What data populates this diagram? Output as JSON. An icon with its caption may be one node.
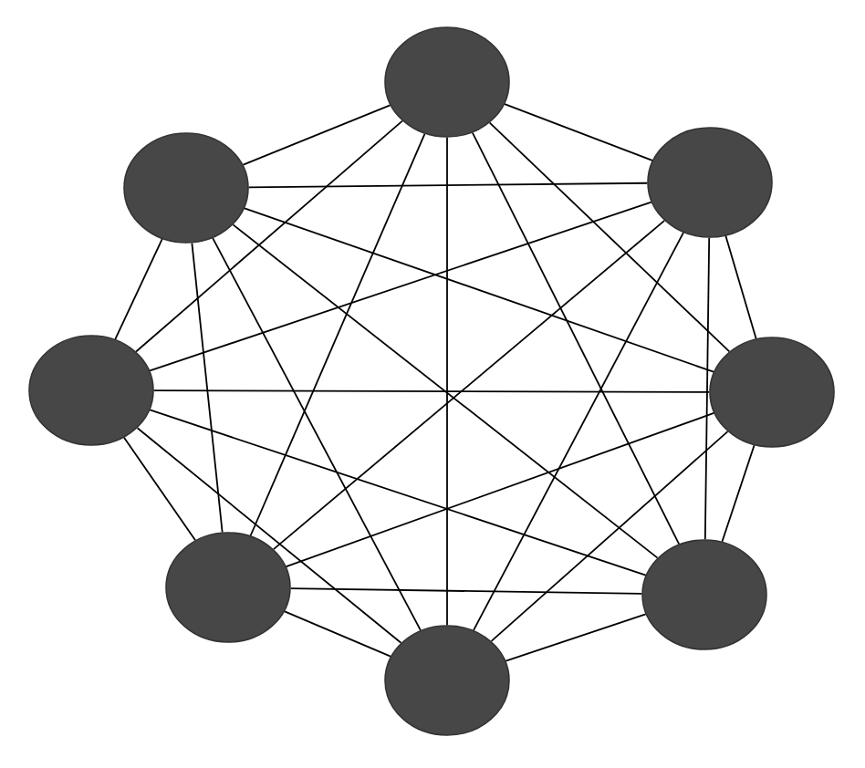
{
  "diagram": {
    "nodes": [
      {
        "text": [],
        "shape": "ellipse"
      },
      {
        "text": [],
        "shape": "ellipse"
      },
      {
        "text": [],
        "shape": "ellipse"
      },
      {
        "text": [],
        "shape": "ellipse"
      },
      {
        "text": [],
        "shape": "ellipse"
      },
      {
        "text": [],
        "shape": "ellipse"
      },
      {
        "text": [],
        "shape": "ellipse"
      },
      {
        "text": [],
        "shape": "ellipse"
      }
    ],
    "edges": [
      {
        "from": 0,
        "to": 1,
        "arrow": "none"
      },
      {
        "from": 0,
        "to": 2,
        "arrow": "none"
      },
      {
        "from": 0,
        "to": 3,
        "arrow": "none"
      },
      {
        "from": 0,
        "to": 4,
        "arrow": "none"
      },
      {
        "from": 0,
        "to": 5,
        "arrow": "none"
      },
      {
        "from": 0,
        "to": 6,
        "arrow": "none"
      },
      {
        "from": 0,
        "to": 7,
        "arrow": "none"
      },
      {
        "from": 1,
        "to": 2,
        "arrow": "none"
      },
      {
        "from": 1,
        "to": 3,
        "arrow": "none"
      },
      {
        "from": 1,
        "to": 4,
        "arrow": "none"
      },
      {
        "from": 1,
        "to": 5,
        "arrow": "none"
      },
      {
        "from": 1,
        "to": 6,
        "arrow": "none"
      },
      {
        "from": 1,
        "to": 7,
        "arrow": "none"
      },
      {
        "from": 2,
        "to": 3,
        "arrow": "none"
      },
      {
        "from": 2,
        "to": 4,
        "arrow": "none"
      },
      {
        "from": 2,
        "to": 5,
        "arrow": "none"
      },
      {
        "from": 2,
        "to": 6,
        "arrow": "none"
      },
      {
        "from": 2,
        "to": 7,
        "arrow": "none"
      },
      {
        "from": 3,
        "to": 4,
        "arrow": "none"
      },
      {
        "from": 3,
        "to": 5,
        "arrow": "none"
      },
      {
        "from": 3,
        "to": 6,
        "arrow": "none"
      },
      {
        "from": 3,
        "to": 7,
        "arrow": "none"
      },
      {
        "from": 4,
        "to": 5,
        "arrow": "none"
      },
      {
        "from": 4,
        "to": 6,
        "arrow": "none"
      },
      {
        "from": 4,
        "to": 7,
        "arrow": "none"
      },
      {
        "from": 5,
        "to": 6,
        "arrow": "none"
      },
      {
        "from": 5,
        "to": 7,
        "arrow": "none"
      },
      {
        "from": 6,
        "to": 7,
        "arrow": "none"
      }
    ]
  }
}
